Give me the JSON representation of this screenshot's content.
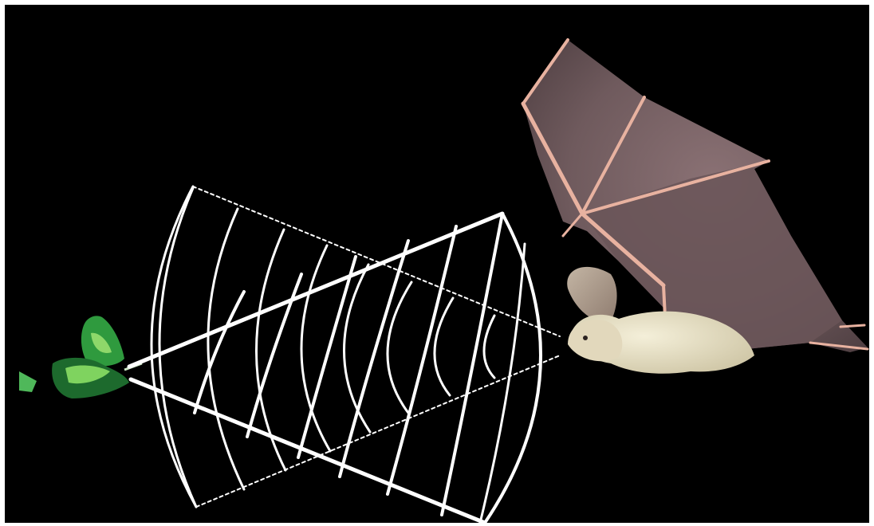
{
  "scene": {
    "background_color": "#000000",
    "frame_color": "#ffffff",
    "subjects": [
      {
        "name": "bat",
        "color": "#7a6466",
        "bone_color": "#e8b2a0",
        "body_color": "#e9e3c8"
      },
      {
        "name": "moth",
        "colors": [
          "#2f9a3e",
          "#7fd35f",
          "#1d6a2d"
        ]
      },
      {
        "name": "echolocation-waves",
        "color": "#ffffff"
      }
    ]
  }
}
